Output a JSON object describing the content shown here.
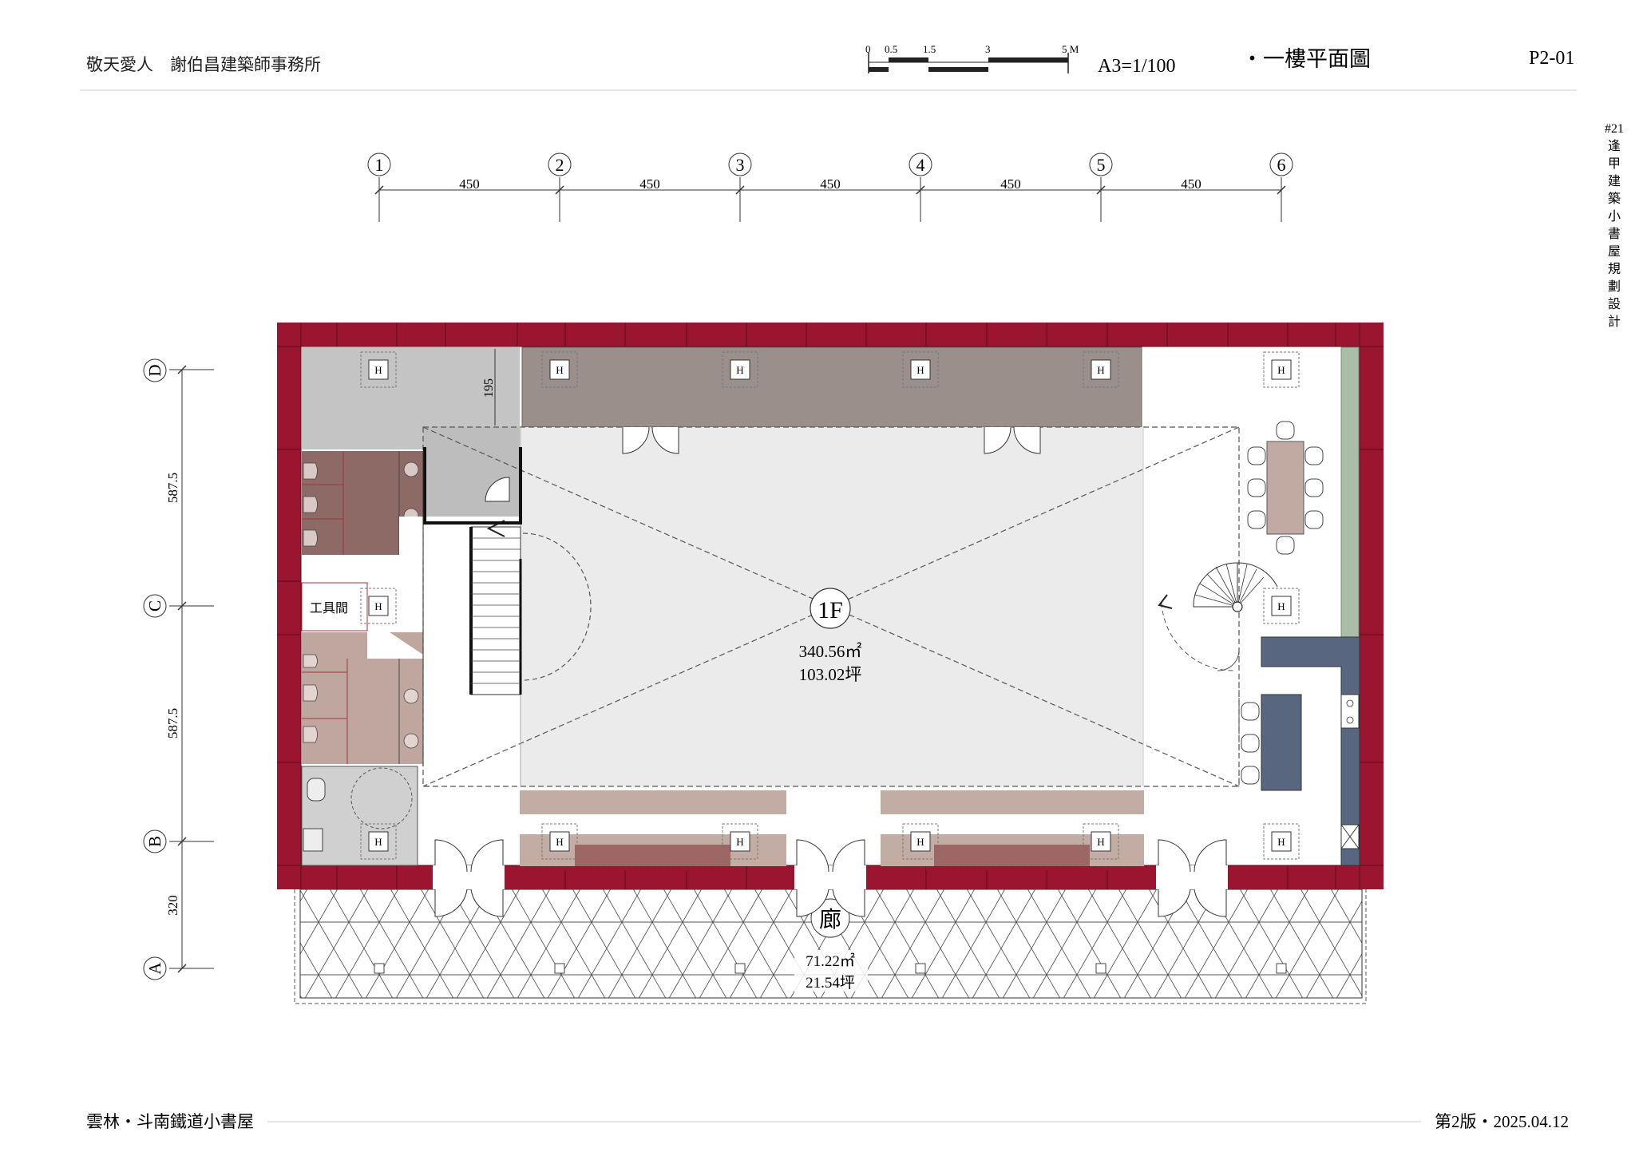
{
  "header": {
    "firm": "敬天愛人　謝伯昌建築師事務所",
    "scale_text": "A3=1/100",
    "drawing_title": "・一樓平面圖",
    "sheet_no": "P2-01",
    "scale_bar_labels": [
      "0",
      "0.5",
      "1.5",
      "3",
      "5 M"
    ]
  },
  "side_title": {
    "number": "#21",
    "chars": [
      "逢",
      "甲",
      "建",
      "築",
      "小",
      "書",
      "屋",
      "規",
      "劃",
      "設",
      "計"
    ]
  },
  "grid": {
    "columns": [
      "1",
      "2",
      "3",
      "4",
      "5",
      "6"
    ],
    "column_spacings": [
      "450",
      "450",
      "450",
      "450",
      "450"
    ],
    "rows": [
      "D",
      "C",
      "B",
      "A"
    ],
    "row_spacings": [
      "587.5",
      "587.5",
      "320"
    ]
  },
  "plan": {
    "main_floor_label": "1F",
    "main_area_m2": "340.56㎡",
    "main_area_ping": "103.02坪",
    "corridor_label": "廊",
    "corridor_area_m2": "71.22㎡",
    "corridor_area_ping": "21.54坪",
    "tool_room": "工具間",
    "dimension_195": "195",
    "column_mark": "H"
  },
  "footer": {
    "project": "雲林・斗南鐵道小書屋",
    "version_date": "第2版・2025.04.12"
  },
  "colors": {
    "wall": "#9b1530",
    "bookshelf": "#9a8f8a",
    "restroom_dark": "#8e6a66",
    "restroom_light": "#bfa7a0",
    "counter": "#58677f",
    "hall_floor": "#ebebeb",
    "storage_grey": "#c4c4c4",
    "green_strip": "#a9bda7",
    "bench": "#c3aca4",
    "bench_dark": "#9e6665",
    "table": "#c1aaa1"
  }
}
